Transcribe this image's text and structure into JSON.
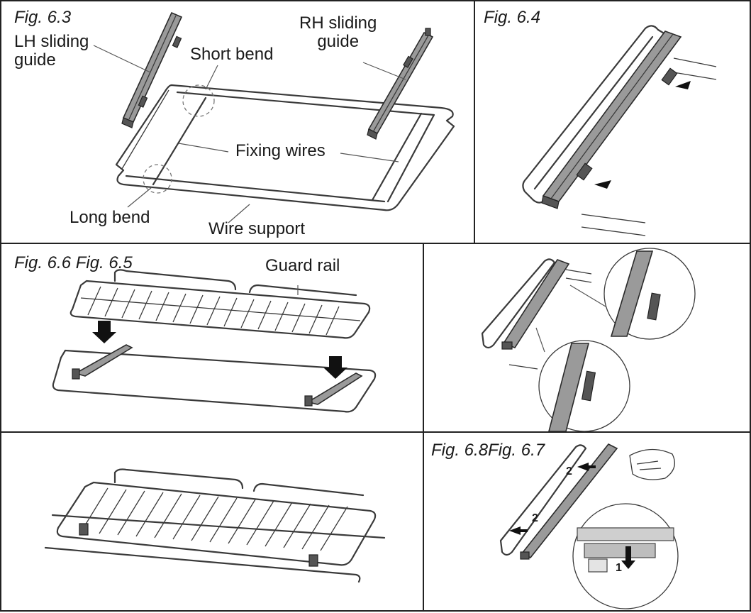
{
  "fig63": {
    "title": "Fig. 6.3",
    "lh_guide": "LH sliding\nguide",
    "rh_guide": "RH sliding\nguide",
    "short_bend": "Short bend",
    "fixing_wires": "Fixing wires",
    "long_bend": "Long bend",
    "wire_support": "Wire support"
  },
  "fig64": {
    "title": "Fig. 6.4"
  },
  "fig65": {
    "title": "Fig. 6.6 Fig. 6.5",
    "guard_rail": "Guard rail"
  },
  "fig68": {
    "title": "Fig. 6.8Fig. 6.7",
    "step_a": "2",
    "step_b": "2",
    "step_c": "1"
  },
  "colors": {
    "line": "#3a3a3a",
    "border": "#222222",
    "rail": "#9a9a9a"
  }
}
